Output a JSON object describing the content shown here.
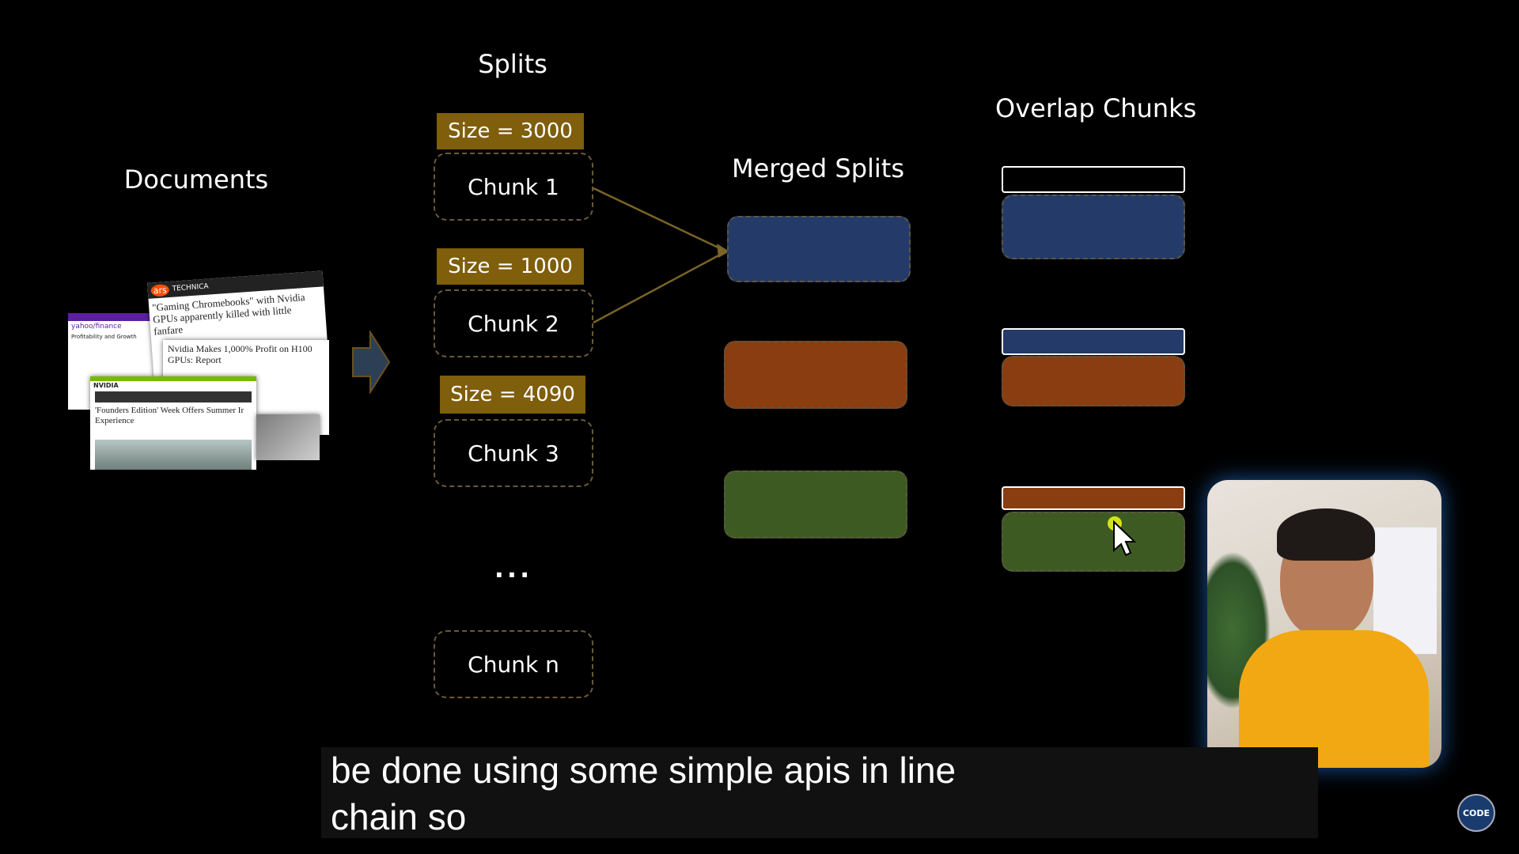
{
  "labels": {
    "documents": "Documents",
    "splits": "Splits",
    "merged": "Merged Splits",
    "overlap": "Overlap Chunks"
  },
  "splits": [
    {
      "size_label": "Size = 3000",
      "chunk_label": "Chunk 1"
    },
    {
      "size_label": "Size = 1000",
      "chunk_label": "Chunk 2"
    },
    {
      "size_label": "Size = 4090",
      "chunk_label": "Chunk 3"
    }
  ],
  "ellipsis": "...",
  "last_chunk": "Chunk n",
  "colors": {
    "navy": "#243a68",
    "rust": "#8a3d10",
    "green": "#3d5a22",
    "size_tag": "#7f5e0c",
    "arrow": "#7a6428"
  },
  "documents_snippets": {
    "ars": "ars",
    "technica": "TECHNICA",
    "headline1": "\"Gaming Chromebooks\" with Nvidia GPUs apparently killed with little fanfare",
    "headline2": "Nvidia Makes 1,000% Profit on H100 GPUs: Report",
    "nvidia_brand": "NVIDIA",
    "headline3": "'Founders Edition' Week Offers Summer Ir Experience",
    "yahoo": "yahoo/finance",
    "yahoo_text": "Profitability and Growth"
  },
  "caption": {
    "line1": "be done using some simple apis in line",
    "line2": "chain so"
  },
  "logo": "CODE"
}
